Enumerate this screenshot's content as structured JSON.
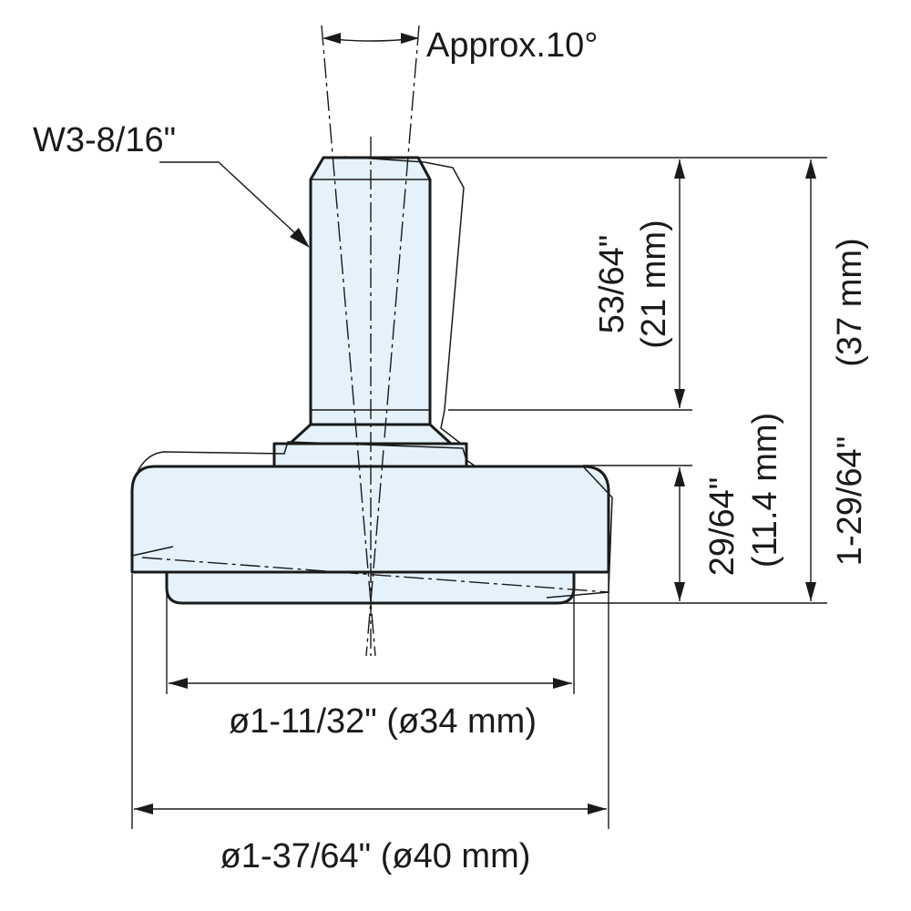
{
  "labels": {
    "angle": "Approx.10°",
    "thread": "W3-8/16\"",
    "stem_height_in": "53/64\"",
    "stem_height_mm": "(21 mm)",
    "base_height_in": "29/64\"",
    "base_height_mm": "(11.4 mm)",
    "total_height_in": "1-29/64\"",
    "total_height_mm": "(37 mm)",
    "pad_diameter": "ø1-11/32\" (ø34 mm)",
    "base_diameter": "ø1-37/64\" (ø40 mm)"
  },
  "colors": {
    "part_fill": "#e6f2fb",
    "line": "#1a1a1a"
  }
}
